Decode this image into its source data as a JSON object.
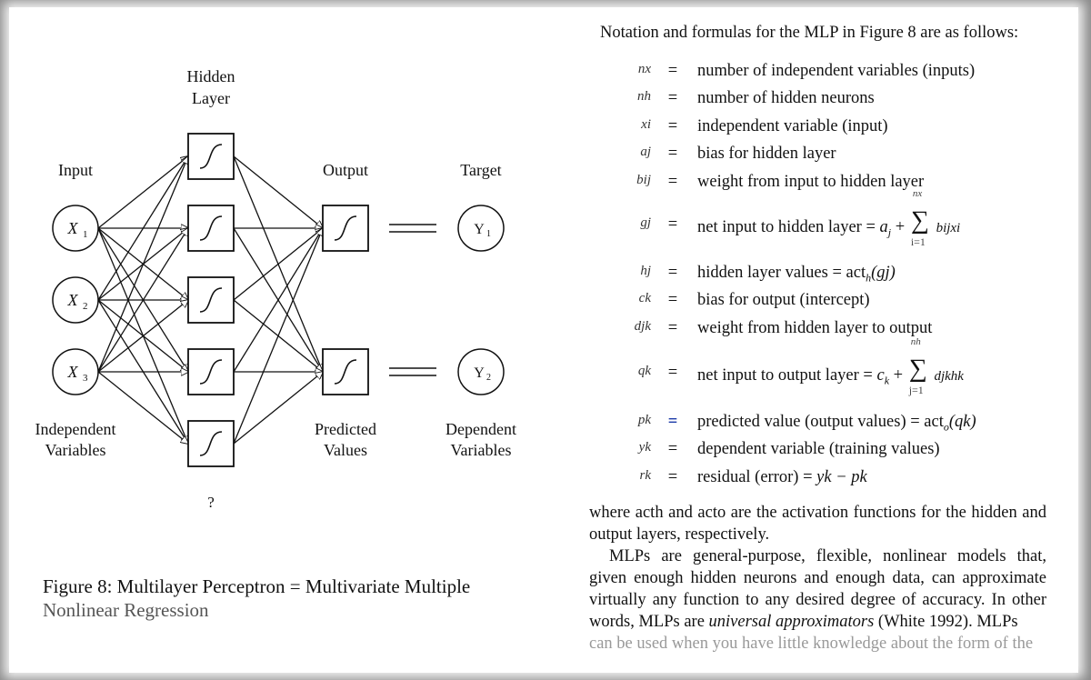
{
  "diagram": {
    "hidden_layer_label_1": "Hidden",
    "hidden_layer_label_2": "Layer",
    "input_label": "Input",
    "output_label": "Output",
    "target_label": "Target",
    "inputs": [
      "X",
      "X",
      "X"
    ],
    "input_subscripts": [
      "1",
      "2",
      "3"
    ],
    "targets": [
      "Y",
      "Y"
    ],
    "target_subscripts": [
      "1",
      "2"
    ],
    "independent_1": "Independent",
    "independent_2": "Variables",
    "predicted_1": "Predicted",
    "predicted_2": "Values",
    "dependent_1": "Dependent",
    "dependent_2": "Variables",
    "question_mark": "?"
  },
  "caption": {
    "line1": "Figure 8:  Multilayer Perceptron = Multivariate Multiple",
    "line2": "Nonlinear Regression"
  },
  "notation": {
    "intro": "Notation and formulas for the MLP in Figure 8 are as follows:",
    "equals": "=",
    "rows": [
      {
        "sym": "nx",
        "desc": "number of independent variables (inputs)"
      },
      {
        "sym": "nh",
        "desc": "number of hidden neurons"
      },
      {
        "sym": "xi",
        "desc": "independent variable (input)"
      },
      {
        "sym": "aj",
        "desc": "bias for hidden layer"
      },
      {
        "sym": "bij",
        "desc": "weight from input to hidden layer"
      },
      {
        "sym": "gj",
        "desc": "net input to hidden layer = aj + Σ bij xi",
        "desc_text": "net input to hidden layer = ",
        "f1": "a",
        "f1s": "j",
        "plus": "+",
        "sum_up": "nx",
        "sum_dn": "i=1",
        "f2": "bijxi"
      },
      {
        "sym": "hj",
        "desc": "hidden layer values = acth(gj)",
        "desc_text": "hidden layer values = act",
        "f_sub": "h",
        "f_arg": "(gj)"
      },
      {
        "sym": "ck",
        "desc": "bias for output (intercept)"
      },
      {
        "sym": "djk",
        "desc": "weight from hidden layer to output"
      },
      {
        "sym": "qk",
        "desc": "net input to output layer = ck + Σ djk hk",
        "desc_text": "net input to output layer = ",
        "f1": "c",
        "f1s": "k",
        "plus": "+",
        "sum_up": "nh",
        "sum_dn": "j=1",
        "f2": "djkhk"
      },
      {
        "sym": "pk",
        "desc": "predicted value (output values) = acto(qk)",
        "desc_text": "predicted value (output values) = act",
        "f_sub": "o",
        "f_arg": "(qk)"
      },
      {
        "sym": "yk",
        "desc": "dependent variable (training values)"
      },
      {
        "sym": "rk",
        "desc": "residual (error) = yk − pk",
        "desc_text": "residual (error) = ",
        "f_res": "yk − pk"
      }
    ]
  },
  "body_text": {
    "p1": "where acth and acto are the activation functions for the hidden and output layers, respectively.",
    "p2": "MLPs are general-purpose, flexible, nonlinear models that, given enough hidden neurons and enough data, can approximate virtually any function to any desired degree of accuracy. In other words, MLPs are",
    "p2_italic": "universal approximators",
    "p2_end": "(White 1992). MLPs",
    "p3_faded": "can be used when you have little knowledge about the form of the"
  },
  "colors": {
    "equals_highlight": "#1b3aa8",
    "frame": "#8a8a8a"
  }
}
